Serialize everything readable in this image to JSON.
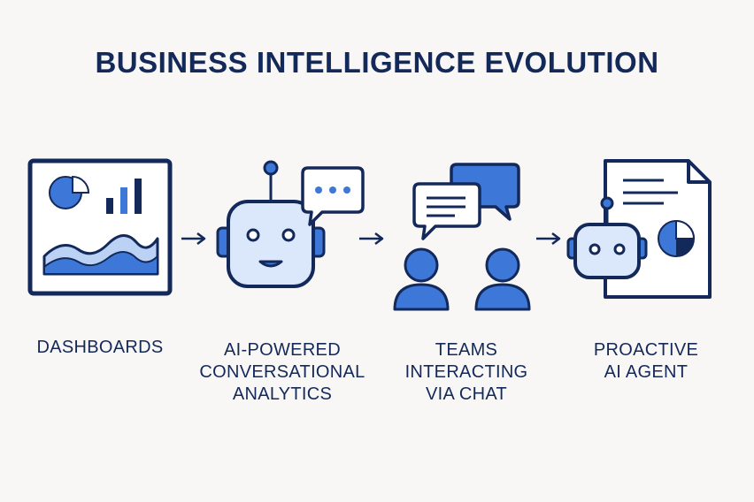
{
  "title": "BUSINESS INTELLIGENCE EVOLUTION",
  "colors": {
    "navy": "#13295a",
    "blue": "#3d78d8",
    "light_blue": "#dbe7fb",
    "background": "#f8f7f5"
  },
  "steps": [
    {
      "icon": "dashboard-chart-icon",
      "lines": [
        "DASHBOARDS"
      ]
    },
    {
      "icon": "robot-chat-icon",
      "lines": [
        "AI-POWERED",
        "CONVERSATIONAL",
        "ANALYTICS"
      ]
    },
    {
      "icon": "team-chat-icon",
      "lines": [
        "TEAMS",
        "INTERACTING",
        "VIA CHAT"
      ]
    },
    {
      "icon": "robot-report-icon",
      "lines": [
        "PROACTIVE",
        "AI AGENT"
      ]
    }
  ],
  "arrow_icon": "arrow-right-icon"
}
